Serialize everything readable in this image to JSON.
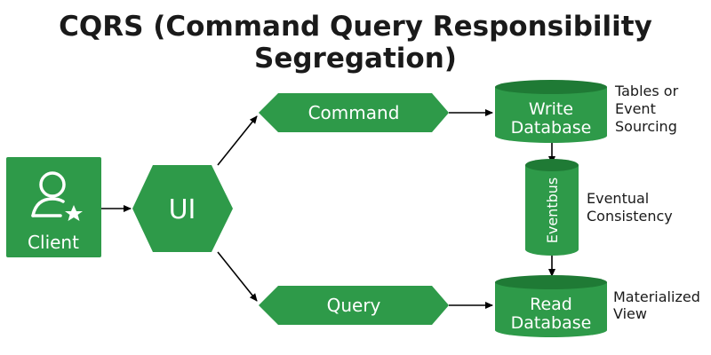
{
  "title": {
    "line1": "CQRS (Command Query Responsibility",
    "line2": "Segregation)"
  },
  "colors": {
    "green": "#2e9a49",
    "green_dark": "#1f7a35",
    "text": "#1a1a1a",
    "arrow": "#000000"
  },
  "nodes": {
    "client": {
      "label": "Client",
      "icon": "user-star-icon"
    },
    "ui": {
      "label": "UI"
    },
    "command": {
      "label": "Command"
    },
    "query": {
      "label": "Query"
    },
    "write_db": {
      "line1": "Write",
      "line2": "Database"
    },
    "read_db": {
      "line1": "Read",
      "line2": "Database"
    },
    "eventbus": {
      "label": "Eventbus"
    }
  },
  "notes": {
    "write_db": [
      "Tables or",
      "Event",
      "Sourcing"
    ],
    "eventbus": [
      "Eventual",
      "Consistency"
    ],
    "read_db": [
      "Materialized",
      "View"
    ]
  },
  "edges": [
    {
      "from": "Client",
      "to": "UI"
    },
    {
      "from": "UI",
      "to": "Command"
    },
    {
      "from": "UI",
      "to": "Query"
    },
    {
      "from": "Command",
      "to": "Write Database"
    },
    {
      "from": "Query",
      "to": "Read Database"
    },
    {
      "from": "Write Database",
      "to": "Eventbus"
    },
    {
      "from": "Eventbus",
      "to": "Read Database"
    }
  ]
}
